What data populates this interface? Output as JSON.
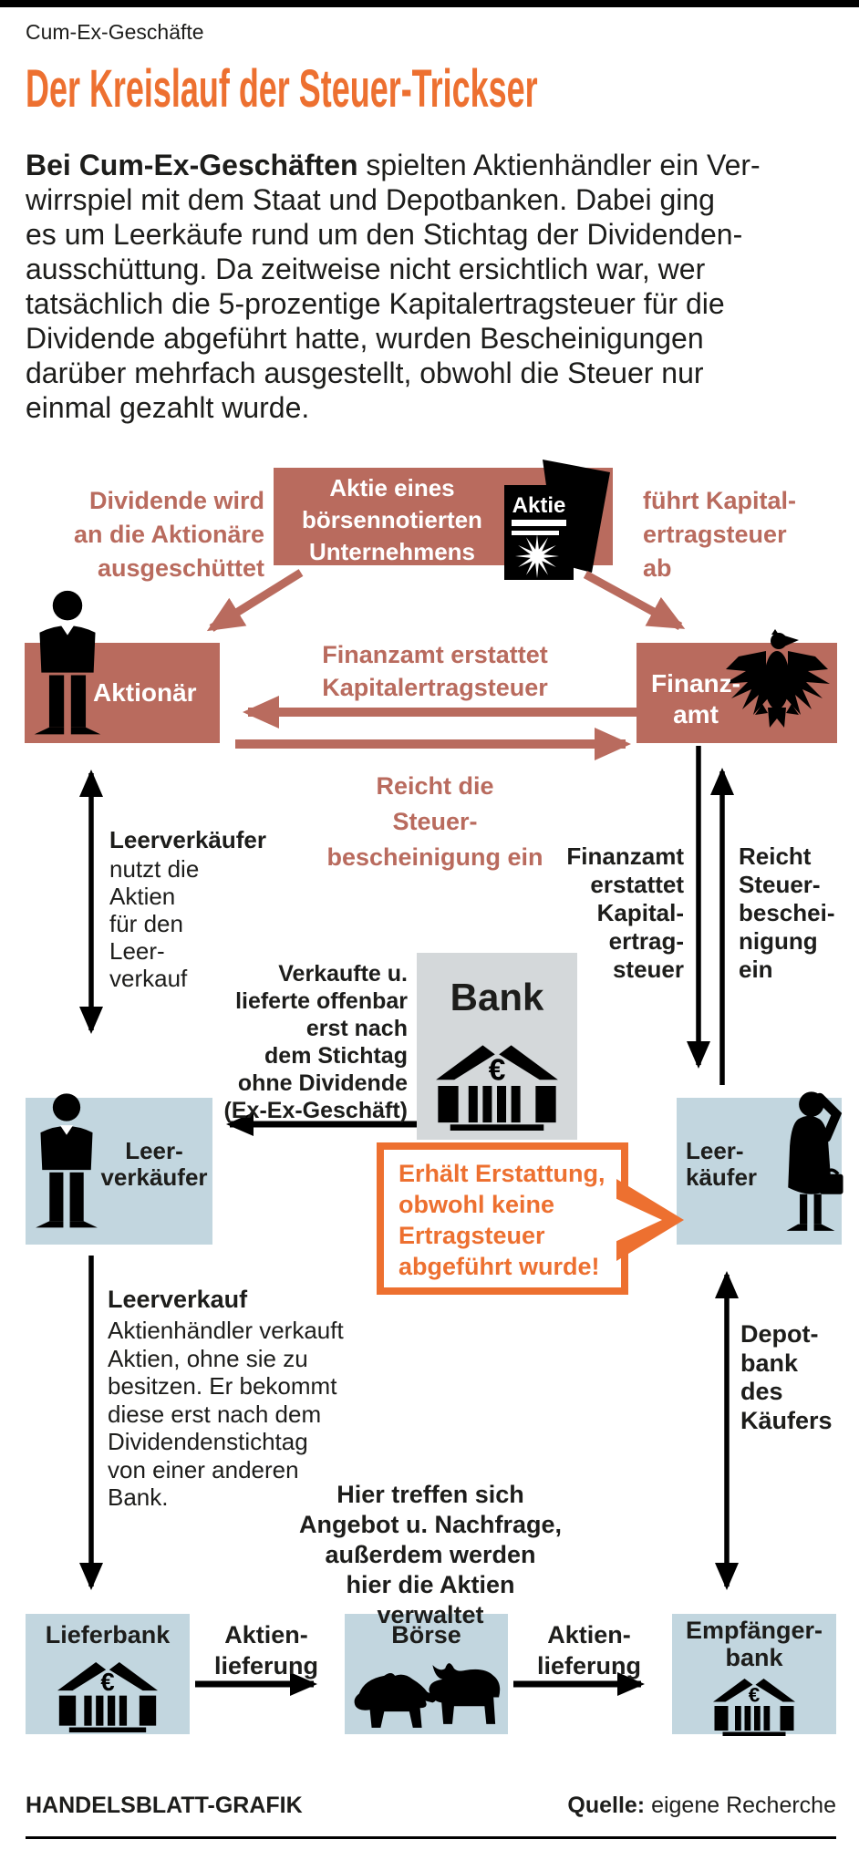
{
  "page": {
    "kicker": "Cum-Ex-Geschäfte",
    "title": "Der Kreislauf der Steuer-Trickser",
    "credit": "HANDELSBLATT-GRAFIK",
    "source_label": "Quelle:",
    "source_value": " eigene Recherche"
  },
  "intro": {
    "lead": "Bei Cum-Ex-Geschäften",
    "body": " spielten Aktienhändler ein Ver-\nwirrspiel mit dem Staat und Depotbanken. Dabei ging\nes um Leerkäufe rund um den Stichtag der Dividenden-\nausschüttung. Da zeitweise nicht ersichtlich war, wer\ntatsächlich die 5-prozentige Kapitalertragsteuer für die\nDividende abgeführt hatte, wurden Bescheinigungen\ndarüber mehrfach ausgestellt, obwohl die Steuer nur\neinmal gezahlt wurde."
  },
  "colors": {
    "accent_orange": "#ed7030",
    "brick": "#b96b5e",
    "light_blue": "#c2d6df",
    "bank_gray": "#d4d8da",
    "black": "#000000"
  },
  "diagram": {
    "aktie_box": {
      "label": "Aktie eines\nbörsennotierten\nUnternehmens",
      "icon_label": "Aktie"
    },
    "nodes": {
      "aktionaer": "Aktionär",
      "finanzamt": "Finanz-\namt",
      "bank": "Bank",
      "leerverkaeufer": "Leer-\nverkäufer",
      "leerkaeufer": "Leer-\nkäufer",
      "lieferbank": "Lieferbank",
      "boerse": "Börse",
      "empfaengerbank": "Empfänger-\nbank"
    },
    "labels": {
      "dividende": "Dividende wird\nan die Aktionäre\nausgeschüttet",
      "fuehrt_kapitalertragsteuer": "führt Kapital-\nertragsteuer\nab",
      "finanzamt_erstattet_mitte": "Finanzamt erstattet\nKapitalertragsteuer",
      "reicht_die_steuerbescheinigung": "Reicht die\nSteuer-\nbescheinigung ein",
      "leerverkaeufer_nutzt_bold": "Leerverkäufer",
      "leerverkaeufer_nutzt_rest": "nutzt die\nAktien\nfür den\nLeer-\nverkauf",
      "finanzamt_erstattet_rechts": "Finanzamt\nerstattet\nKapital-\nertrag-\nsteuer",
      "reicht_steuerbescheinigung_rechts": "Reicht\nSteuer-\nbeschei-\nnigung\nein",
      "verkaufte": "Verkaufte u.\nlieferte offenbar\nerst nach\ndem Stichtag\nohne Dividende\n(Ex-Ex-Geschäft)",
      "leerverkauf_bold": "Leerverkauf",
      "leerverkauf_rest": "Aktienhändler verkauft\nAktien, ohne sie zu\nbesitzen. Er bekommt\ndiese erst nach dem\nDividendenstichtag\nvon einer anderen\nBank.",
      "depotbank": "Depot-\nbank\ndes\nKäufers",
      "hier_treffen": "Hier treffen sich\nAngebot u. Nachfrage,\naußerdem werden\nhier die Aktien\nverwaltet",
      "aktienlieferung_links": "Aktien-\nlieferung",
      "aktienlieferung_rechts": "Aktien-\nlieferung"
    },
    "bubble": {
      "text": "Erhält Erstattung,\nobwohl keine\nErtragsteuer\nabgeführt wurde!"
    },
    "bank_icon_currency": "€"
  }
}
